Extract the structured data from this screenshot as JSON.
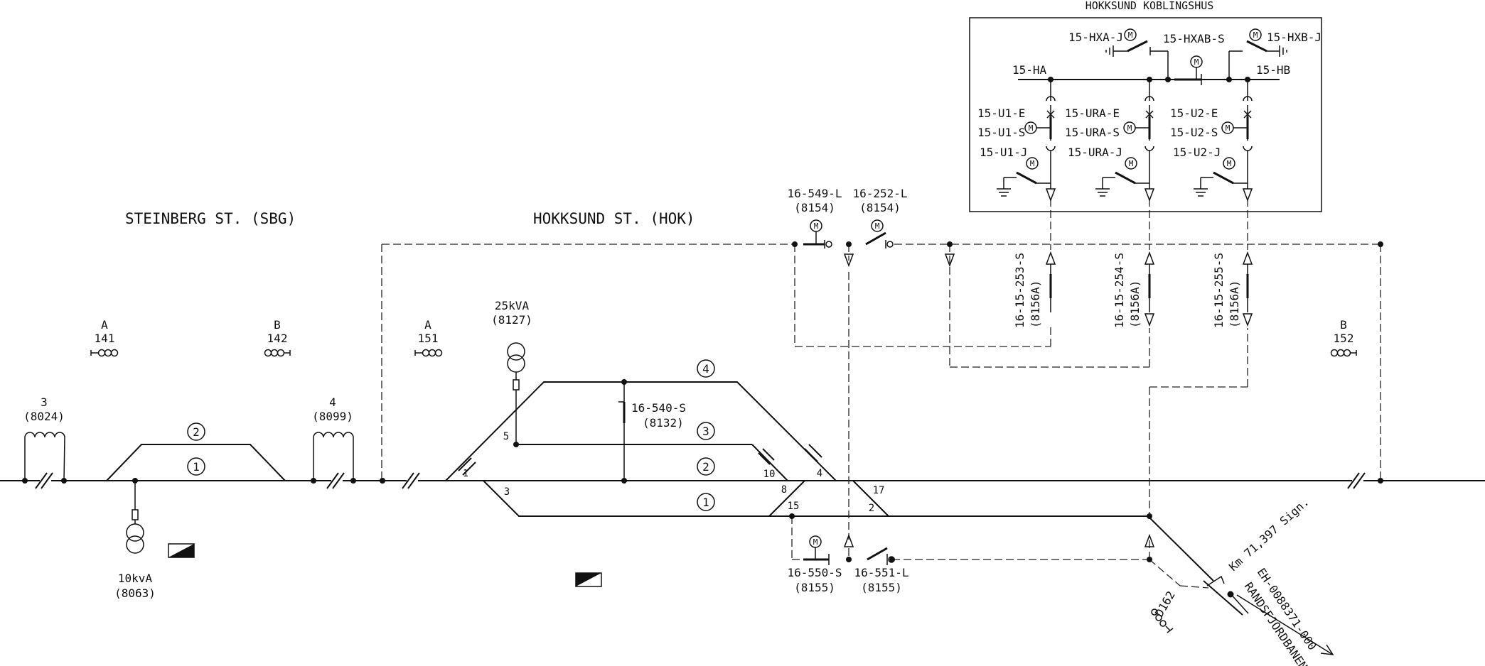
{
  "stations": {
    "steinberg": "STEINBERG ST. (SBG)",
    "hokksund": "HOKKSUND ST. (HOK)",
    "koblingshus": "HOKKSUND KOBLINGSHUS"
  },
  "signals": {
    "a141_letter": "A",
    "a141_num": "141",
    "b142_letter": "B",
    "b142_num": "142",
    "a151_letter": "A",
    "a151_num": "151",
    "b152_letter": "B",
    "b152_num": "152",
    "d162": "D162"
  },
  "sections": {
    "s3_num": "3",
    "s3_id": "(8024)",
    "s4_num": "4",
    "s4_id": "(8099)"
  },
  "transformers": {
    "t25_rating": "25kVA",
    "t25_id": "(8127)",
    "t10_rating": "10kvA",
    "t10_id": "(8063)"
  },
  "disconnectors": {
    "d549": "16-549-L",
    "d549_id": "(8154)",
    "d252": "16-252-L",
    "d252_id": "(8154)",
    "d540": "16-540-S",
    "d540_id": "(8132)",
    "d550": "16-550-S",
    "d550_id": "(8155)",
    "d551": "16-551-L",
    "d551_id": "(8155)",
    "d253": "16-15-253-S",
    "d253_id": "(8156A)",
    "d254": "16-15-254-S",
    "d254_id": "(8156A)",
    "d255": "16-15-255-S",
    "d255_id": "(8156A)"
  },
  "switchgear": {
    "hxa": "15-HXA-J",
    "hxab": "15-HXAB-S",
    "hxb": "15-HXB-J",
    "ha": "15-HA",
    "hb": "15-HB",
    "u1e": "15-U1-E",
    "u1s": "15-U1-S",
    "u1j": "15-U1-J",
    "urae": "15-URA-E",
    "uras": "15-URA-S",
    "uraj": "15-URA-J",
    "u2e": "15-U2-E",
    "u2s": "15-U2-S",
    "u2j": "15-U2-J",
    "motor": "M"
  },
  "tracks": {
    "sbg_t1": "1",
    "sbg_t2": "2",
    "hok_t1": "1",
    "hok_t2": "2",
    "hok_t3": "3",
    "hok_t4": "4"
  },
  "switches": {
    "w1": "1",
    "w2": "2",
    "w3": "3",
    "w4": "4",
    "w5": "5",
    "w8": "8",
    "w10": "10",
    "w15": "15",
    "w17": "17"
  },
  "line": {
    "km": "Km 71,397 Sign.",
    "eh": "EH-0088371-000",
    "name": "RANDSFJORDBANEN"
  }
}
